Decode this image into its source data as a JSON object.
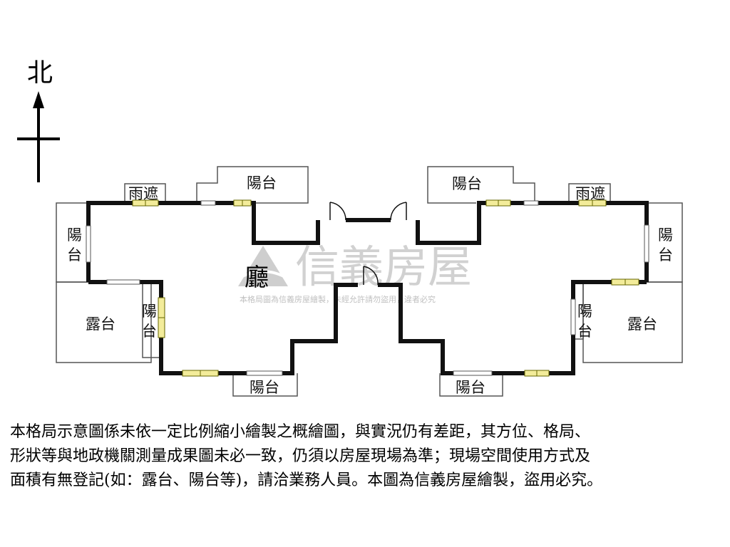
{
  "compass": {
    "north_label": "北"
  },
  "rooms": {
    "living": "廳",
    "left": {
      "canopy": "雨遮",
      "balcony_top": "陽台",
      "balcony_west_1": "陽",
      "balcony_west_2": "台",
      "terrace": "露台",
      "balcony_mid_1": "陽",
      "balcony_mid_2": "台",
      "balcony_bottom": "陽台"
    },
    "right": {
      "canopy": "雨遮",
      "balcony_top": "陽台",
      "balcony_east_1": "陽",
      "balcony_east_2": "台",
      "terrace": "露台",
      "balcony_mid_1": "陽",
      "balcony_mid_2": "台",
      "balcony_bottom": "陽台"
    }
  },
  "watermark": {
    "brand": "信義房屋",
    "notice": "本格局圖為信義房屋繪製，未經允許請勿盜用，違者必究"
  },
  "disclaimer": {
    "line1": "本格局示意圖係未依一定比例縮小繪製之概繪圖，與實況仍有差距，其方位、格局、",
    "line2": "形狀等與地政機關測量成果圖未必一致，仍須以房屋現場為準；現場空間使用方式及",
    "line3": "面積有無登記(如：露台、陽台等)，請洽業務人員。本圖為信義房屋繪製，盜用必究。"
  },
  "colors": {
    "wall": "#111111",
    "window_fill": "#f3ec9a",
    "window_frame": "#666600",
    "thin_line": "#555555",
    "watermark": "#cfcfcf"
  }
}
